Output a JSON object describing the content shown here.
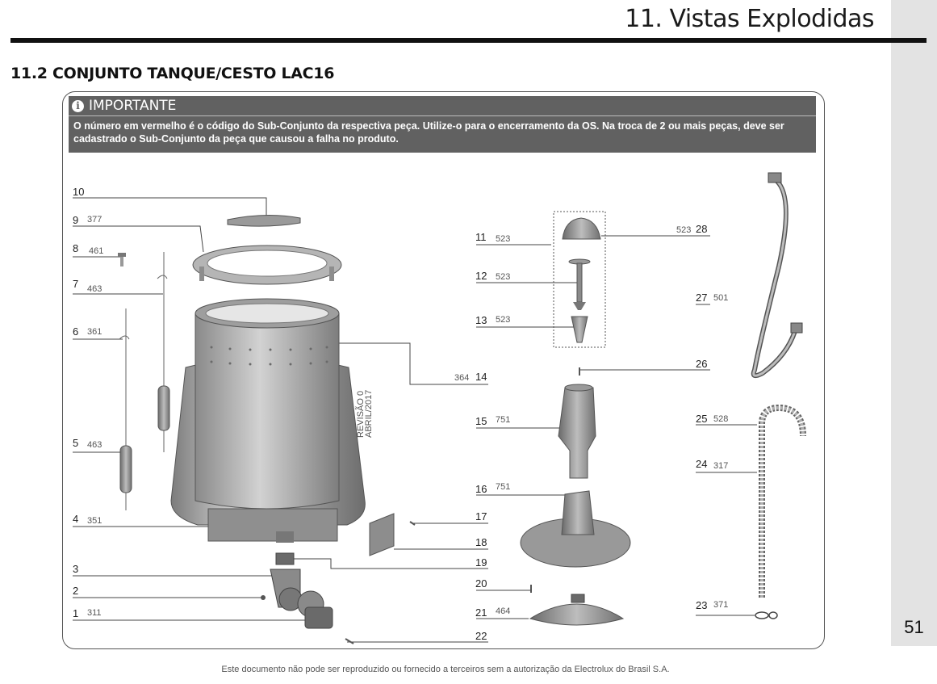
{
  "header": {
    "title": "11. Vistas Explodidas",
    "section_title": "11.2 CONJUNTO TANQUE/CESTO LAC16",
    "page_number": "51"
  },
  "notice": {
    "heading": "IMPORTANTE",
    "icon": "info-icon",
    "text": "O número em vermelho é o código do Sub-Conjunto da respectiva peça. Utilize-o para o encerramento da  OS. Na  troca de 2 ou mais peças, deve ser cadastrado  o Sub-Conjunto da peça que causou a falha no produto."
  },
  "revision": {
    "line1": "REVISÃO 0",
    "line2": "ABRIL/2017"
  },
  "parts": [
    {
      "num": "1",
      "code": "311"
    },
    {
      "num": "2",
      "code": ""
    },
    {
      "num": "3",
      "code": ""
    },
    {
      "num": "4",
      "code": "351"
    },
    {
      "num": "5",
      "code": "463"
    },
    {
      "num": "6",
      "code": "361"
    },
    {
      "num": "7",
      "code": "463"
    },
    {
      "num": "8",
      "code": "461"
    },
    {
      "num": "9",
      "code": "377"
    },
    {
      "num": "10",
      "code": ""
    },
    {
      "num": "11",
      "code": "523"
    },
    {
      "num": "12",
      "code": "523"
    },
    {
      "num": "13",
      "code": "523"
    },
    {
      "num": "14",
      "code": "364"
    },
    {
      "num": "15",
      "code": "751"
    },
    {
      "num": "16",
      "code": "751"
    },
    {
      "num": "17",
      "code": ""
    },
    {
      "num": "18",
      "code": ""
    },
    {
      "num": "19",
      "code": ""
    },
    {
      "num": "20",
      "code": ""
    },
    {
      "num": "21",
      "code": "464"
    },
    {
      "num": "22",
      "code": ""
    },
    {
      "num": "23",
      "code": "371"
    },
    {
      "num": "24",
      "code": "317"
    },
    {
      "num": "25",
      "code": "528"
    },
    {
      "num": "26",
      "code": ""
    },
    {
      "num": "27",
      "code": "501"
    },
    {
      "num": "28",
      "code": "523"
    }
  ],
  "footer": "Este documento não pode ser reproduzido ou fornecido a terceiros sem a autorização da Electrolux do Brasil S.A."
}
